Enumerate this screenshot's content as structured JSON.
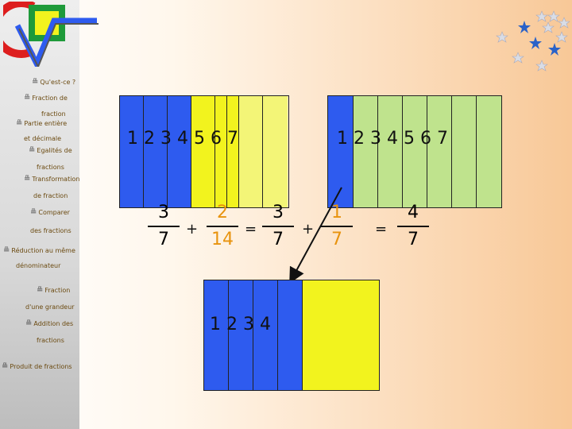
{
  "sidebar": {
    "items": [
      {
        "label": "Qu'est-ce ?"
      },
      {
        "label": "Fraction de"
      },
      {
        "label": "fraction"
      },
      {
        "label": "Partie entière"
      },
      {
        "label": "et décimale"
      },
      {
        "label": "Egalités de"
      },
      {
        "label": "fractions"
      },
      {
        "label": "Transformation"
      },
      {
        "label": "de fraction"
      },
      {
        "label": "Comparer"
      },
      {
        "label": "des fractions"
      },
      {
        "label": "Réduction au même"
      },
      {
        "label": "dénominateur"
      },
      {
        "label": "Fraction"
      },
      {
        "label": "d'une grandeur"
      },
      {
        "label": "Addition des"
      },
      {
        "label": "fractions"
      },
      {
        "label": "Produit de fractions"
      }
    ]
  },
  "bars": {
    "left_numbers": "1 2 3 4 5 6 7",
    "right_numbers": "1 2 3 4 5 6 7",
    "bottom_numbers": "1 2 3 4"
  },
  "equation": {
    "f1": {
      "num": "3",
      "den": "7"
    },
    "op1": "+",
    "f2": {
      "num": "2",
      "den": "14"
    },
    "op2": "=",
    "f3": {
      "num": "3",
      "den": "7"
    },
    "op3": "+",
    "f4": {
      "num": "1",
      "den": "7"
    },
    "op4": "=",
    "f5": {
      "num": "4",
      "den": "7"
    }
  },
  "colors": {
    "blue": "#2e5bef",
    "yellow": "#f2f31e",
    "light_yellow": "#f3f577",
    "green": "#bfe38d",
    "orange": "#e8930e",
    "red": "#dd1e1e"
  }
}
